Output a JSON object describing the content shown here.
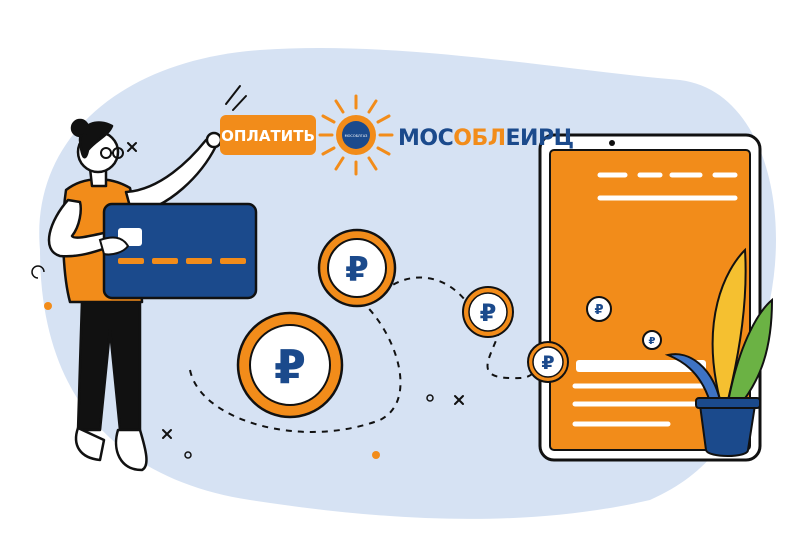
{
  "pay_button": {
    "label": "ОПЛАТИТЬ"
  },
  "logo": {
    "wordmark_prefix": "МОС",
    "wordmark_accent": "ОБЛ",
    "wordmark_suffix": "ЕИРЦ",
    "emblem_text": "МОСОБЛГАЗ"
  },
  "coin_symbol": "₽",
  "colors": {
    "orange": "#F28C1A",
    "navy": "#1B4A8C",
    "bg_blob": "#D6E2F3",
    "outline": "#111111"
  }
}
